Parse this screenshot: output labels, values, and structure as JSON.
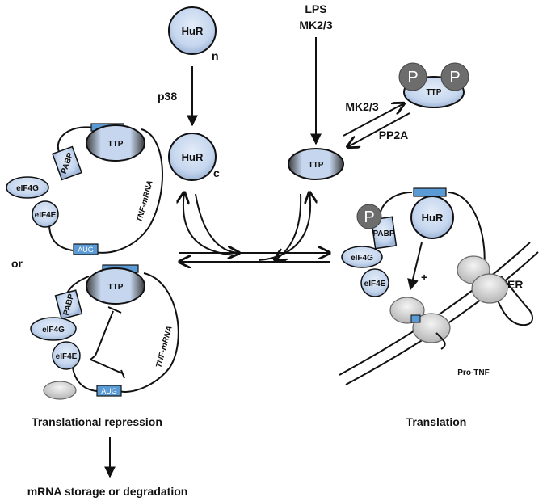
{
  "labels": {
    "hur": "HuR",
    "ttp": "TTP",
    "n": "n",
    "c": "c",
    "p38": "p38",
    "lps": "LPS",
    "mk23_top": "MK2/3",
    "mk23_side": "MK2/3",
    "pp2a": "PP2A",
    "p": "P",
    "pabp": "PABP",
    "eif4g": "eIF4G",
    "eif4e": "eIF4E",
    "aug": "AUG",
    "tnf_mrna": "TNF-mRNA",
    "or": "or",
    "plus": "+",
    "er": "ER",
    "pro_tnf": "Pro-TNF",
    "translational_repression": "Translational repression",
    "translation": "Translation",
    "mrna_storage": "mRNA storage or degradation"
  },
  "colors": {
    "protein_fill": "#c5d6ee",
    "box_fill": "#5b9bd5",
    "phospho_fill": "#6d6d6d",
    "ribosome_fill": "#d9d9d9",
    "line": "#111111"
  }
}
